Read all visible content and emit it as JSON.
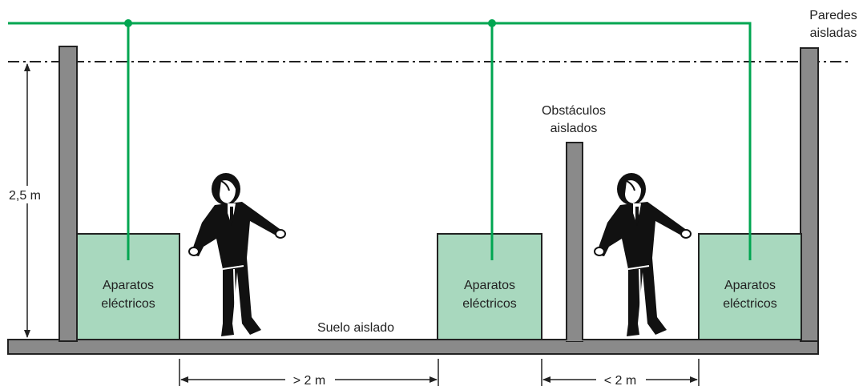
{
  "labels": {
    "paredes_line1": "Paredes",
    "paredes_line2": "aisladas",
    "obstaculos_line1": "Obstáculos",
    "obstaculos_line2": "aislados",
    "suelo": "Suelo aislado",
    "height": "2,5 m",
    "dist_left": "> 2 m",
    "dist_right": "< 2 m"
  },
  "devices": [
    {
      "line1": "Aparatos",
      "line2": "eléctricos"
    },
    {
      "line1": "Aparatos",
      "line2": "eléctricos"
    },
    {
      "line1": "Aparatos",
      "line2": "eléctricos"
    }
  ],
  "colors": {
    "earth_line": "#00a651",
    "device_fill": "#a8d8be",
    "structure": "#8a8a8a",
    "outline": "#222222",
    "figure": "#111111"
  },
  "icons": [
    "person-figure-icon",
    "person-figure-icon"
  ]
}
